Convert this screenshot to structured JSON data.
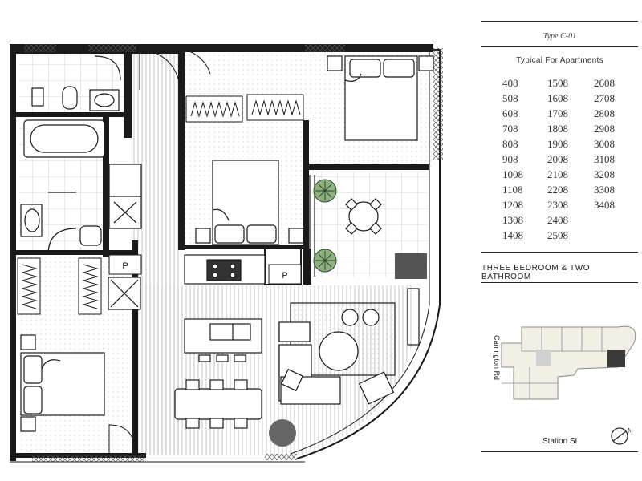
{
  "plan": {
    "parking_labels": [
      "P",
      "P"
    ]
  },
  "info": {
    "type_label": "Type C-01",
    "typical_heading": "Typical For Apartments",
    "apartments": {
      "col1": [
        "408",
        "508",
        "608",
        "708",
        "808",
        "908",
        "1008",
        "1108",
        "1208",
        "1308",
        "1408"
      ],
      "col2": [
        "1508",
        "1608",
        "1708",
        "1808",
        "1908",
        "2008",
        "2108",
        "2208",
        "2308",
        "2408",
        "2508"
      ],
      "col3": [
        "2608",
        "2708",
        "2808",
        "2908",
        "3008",
        "3108",
        "3208",
        "3308",
        "3408"
      ]
    },
    "bed_bath": "THREE BEDROOM & TWO BATHROOM",
    "road_vertical": "Carrington Rd",
    "road_horizontal": "Station St",
    "compass_letter": "N"
  },
  "colors": {
    "wall": "#1a1a1a",
    "floor_grid": "#cfcfcf",
    "hatch": "#bdbdbd",
    "accent_dark": "#555555",
    "keyplan_fill": "#f2f0e6",
    "keyplan_stroke": "#8a8a8a"
  }
}
